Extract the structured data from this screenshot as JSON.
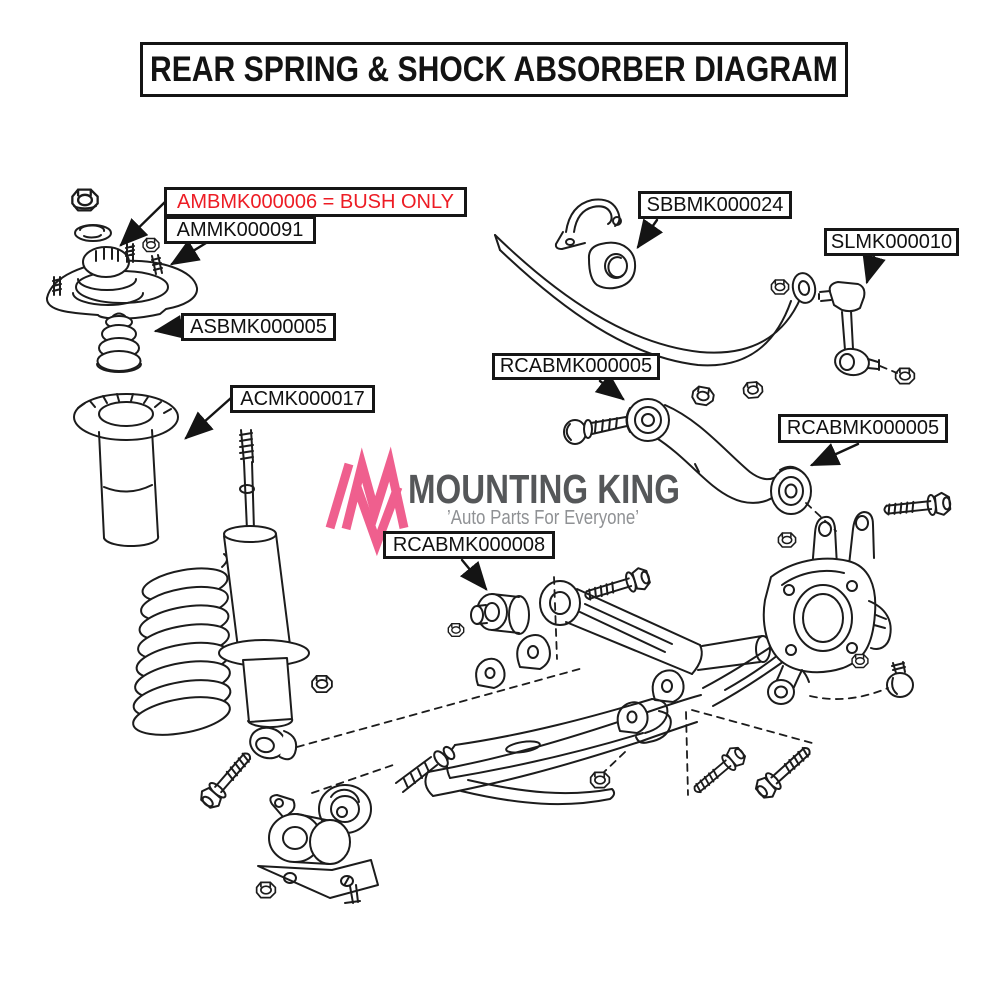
{
  "title": "REAR SPRING & SHOCK ABSORBER DIAGRAM",
  "watermark": {
    "wordmark": "MOUNTING KING",
    "tagline": "’Auto Parts For Everyone’"
  },
  "colors": {
    "label_red": "#ed1c24",
    "line_black": "#1c1c1c",
    "logo_pink": "#ef5f8e",
    "logo_gray": "#555759",
    "logo_tagline_gray": "#8f9194"
  },
  "labels": [
    {
      "id": "AMBMK000006",
      "text": "AMBMK000006 = BUSH ONLY"
    },
    {
      "id": "AMMK000091",
      "text": "AMMK000091"
    },
    {
      "id": "ASBMK000005",
      "text": "ASBMK000005"
    },
    {
      "id": "ACMK000017",
      "text": "ACMK000017"
    },
    {
      "id": "SBBMK000024",
      "text": "SBBMK000024"
    },
    {
      "id": "SLMK000010",
      "text": "SLMK000010"
    },
    {
      "id": "RCABMK000005-front",
      "text": "RCABMK000005"
    },
    {
      "id": "RCABMK000005-rear",
      "text": "RCABMK000005"
    },
    {
      "id": "RCABMK000008",
      "text": "RCABMK000008"
    }
  ]
}
